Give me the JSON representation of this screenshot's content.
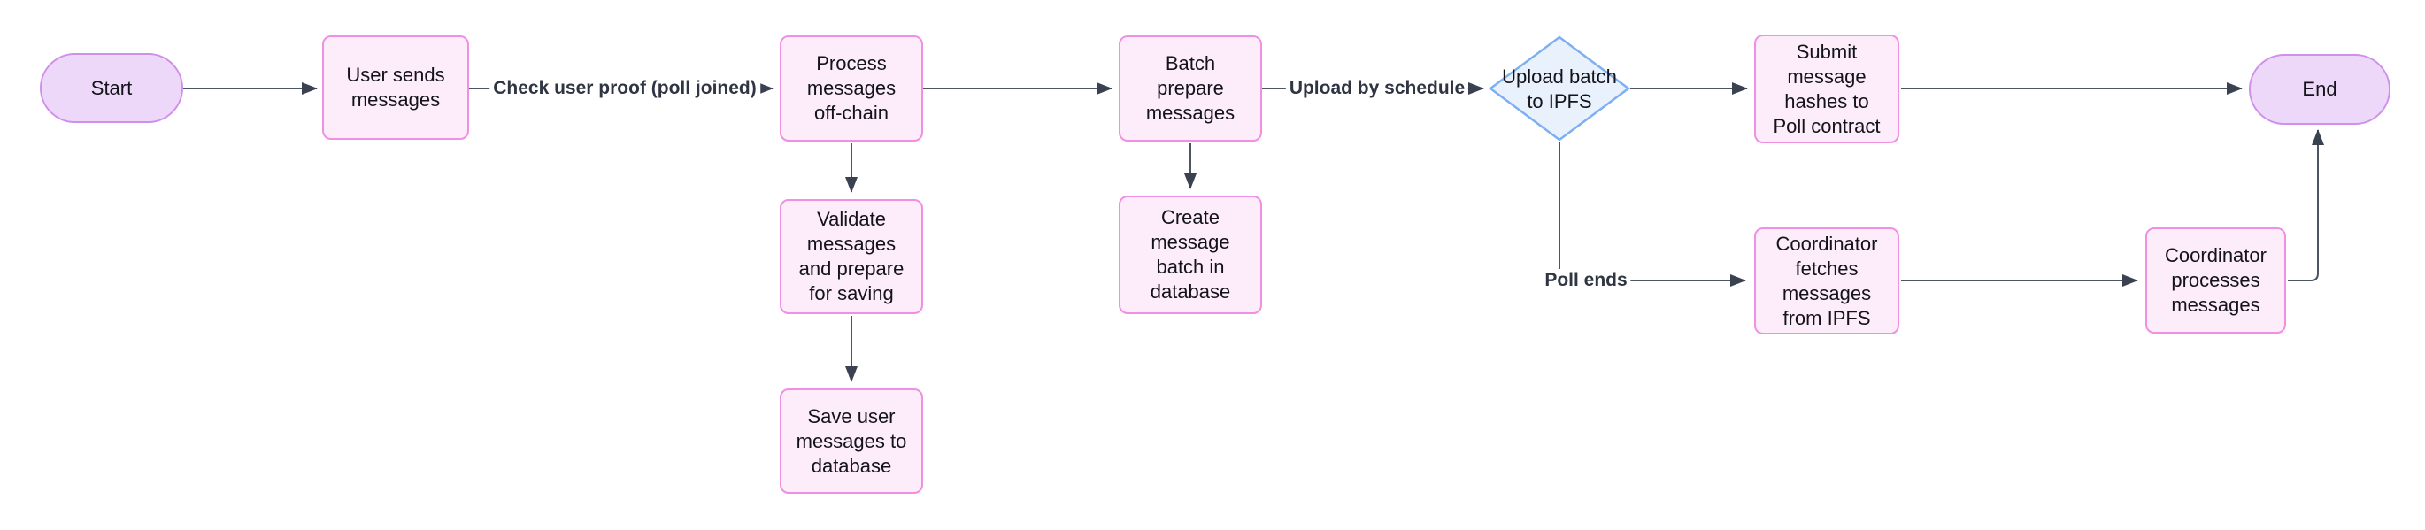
{
  "diagram": {
    "type": "flowchart",
    "direction": "left-to-right",
    "background": "#ffffff",
    "colors": {
      "process_fill": "#fdecf9",
      "process_border": "#f18fe2",
      "terminal_fill": "#eed8fa",
      "terminal_border": "#cf90e9",
      "decision_fill": "#e9f1fd",
      "decision_border": "#7db0f2",
      "edge_line": "#4b5563",
      "edge_arrow": "#3a4150",
      "edge_label_text": "#2f3542",
      "node_text": "#131419"
    },
    "nodes": {
      "start": {
        "type": "stadium",
        "label": "Start"
      },
      "user_sends": {
        "type": "process",
        "label": "User sends\nmessages"
      },
      "process_offchain": {
        "type": "process",
        "label": "Process\nmessages\noff-chain"
      },
      "validate": {
        "type": "process",
        "label": "Validate\nmessages\nand prepare\nfor saving"
      },
      "save_messages": {
        "type": "process",
        "label": "Save user\nmessages to\ndatabase"
      },
      "batch_prepare": {
        "type": "process",
        "label": "Batch\nprepare\nmessages"
      },
      "create_batch": {
        "type": "process",
        "label": "Create\nmessage\nbatch in\ndatabase"
      },
      "upload_ipfs": {
        "type": "decision",
        "label": "Upload batch\nto IPFS"
      },
      "submit_hashes": {
        "type": "process",
        "label": "Submit\nmessage\nhashes to\nPoll contract"
      },
      "coordinator_fetch": {
        "type": "process",
        "label": "Coordinator\nfetches\nmessages\nfrom IPFS"
      },
      "coordinator_process": {
        "type": "process",
        "label": "Coordinator\nprocesses\nmessages"
      },
      "end": {
        "type": "stadium",
        "label": "End"
      }
    },
    "edges": [
      {
        "from": "start",
        "to": "user_sends",
        "label": ""
      },
      {
        "from": "user_sends",
        "to": "process_offchain",
        "label": "Check user proof (poll joined)"
      },
      {
        "from": "process_offchain",
        "to": "batch_prepare",
        "label": ""
      },
      {
        "from": "process_offchain",
        "to": "validate",
        "label": ""
      },
      {
        "from": "validate",
        "to": "save_messages",
        "label": ""
      },
      {
        "from": "batch_prepare",
        "to": "create_batch",
        "label": ""
      },
      {
        "from": "batch_prepare",
        "to": "upload_ipfs",
        "label": "Upload by schedule"
      },
      {
        "from": "upload_ipfs",
        "to": "submit_hashes",
        "label": ""
      },
      {
        "from": "submit_hashes",
        "to": "end",
        "label": ""
      },
      {
        "from": "upload_ipfs",
        "to": "coordinator_fetch",
        "label": "Poll ends"
      },
      {
        "from": "coordinator_fetch",
        "to": "coordinator_process",
        "label": ""
      },
      {
        "from": "coordinator_process",
        "to": "end",
        "label": ""
      }
    ]
  }
}
